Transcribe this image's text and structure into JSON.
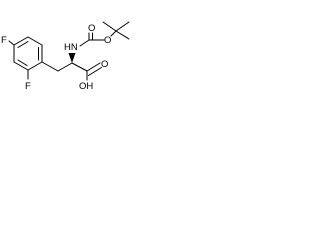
{
  "molecule": {
    "atoms": {
      "fluorine_top": "F",
      "fluorine_bottom": "F",
      "amine": "HN",
      "ether_oxygen": "O",
      "carbonyl_oxygen_carbamate": "O",
      "carbonyl_oxygen_acid": "O",
      "hydroxyl": "OH"
    }
  },
  "colors": {
    "bond": "#000000",
    "text": "#000000",
    "background": "#ffffff"
  }
}
